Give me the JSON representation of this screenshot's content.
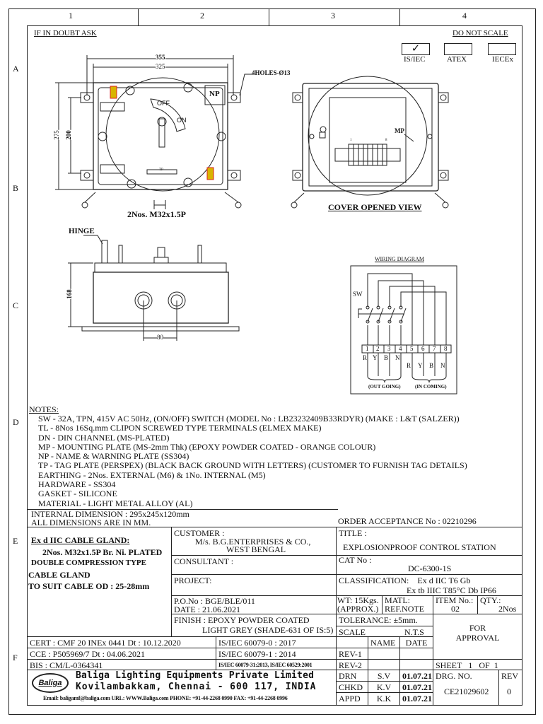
{
  "frame": {
    "columns": [
      "1",
      "2",
      "3",
      "4"
    ],
    "rows": [
      "A",
      "B",
      "C",
      "D",
      "E",
      "F"
    ]
  },
  "header": {
    "left_note": "IF IN DOUBT ASK",
    "right_note": "DO NOT SCALE",
    "cert_boxes": [
      {
        "label": "IS/IEC",
        "checked": true,
        "mark": "✓"
      },
      {
        "label": "ATEX",
        "checked": false
      },
      {
        "label": "IECEx",
        "checked": false
      }
    ]
  },
  "front_view": {
    "dim_overall_width": "355",
    "dim_inner_width": "325",
    "dim_height": "275",
    "dim_hole_pitch": "200",
    "holes_label": "4HOLES-Ø13",
    "nameplate": "NP",
    "off_label": "OFF",
    "on_label": "ON",
    "tag_plate": "TP",
    "gland_label": "2Nos. M32x1.5P"
  },
  "cover_view": {
    "title": "COVER OPENED VIEW",
    "mp_label": "MP",
    "term_first": "1",
    "term_last": "8"
  },
  "side_view": {
    "hinge_label": "HINGE",
    "dim_height": "168",
    "dim_gland_pitch": "80"
  },
  "wiring": {
    "title": "WIRING DIAGRAM",
    "switch_label": "SW",
    "terminals": [
      "1",
      "2",
      "3",
      "4",
      "5",
      "6",
      "7",
      "8"
    ],
    "out_phases": [
      "R",
      "Y",
      "B",
      "N"
    ],
    "in_phases": [
      "R",
      "Y",
      "B",
      "N"
    ],
    "out_label": "(OUT GOING)",
    "in_label": "(IN COMING)"
  },
  "notes": {
    "heading": "NOTES:",
    "lines": [
      "SW - 32A, TPN, 415V AC 50Hz, (ON/OFF) SWITCH (MODEL No : LB23232409B33RDYR) (MAKE : L&T (SALZER))",
      "TL - 8Nos 16Sq.mm CLIPON SCREWED TYPE TERMINALS (ELMEX MAKE)",
      "DN - DIN CHANNEL (MS-PLATED)",
      "MP - MOUNTING PLATE (MS-2mm Thk) (EPOXY POWDER COATED - ORANGE COLOUR)",
      "NP - NAME & WARNING PLATE (SS304)",
      "TP - TAG PLATE (PERSPEX) (BLACK BACK GROUND WITH LETTERS) (CUSTOMER TO FURNISH TAG DETAILS)",
      "EARTHING - 2Nos. EXTERNAL (M6) & 1No. INTERNAL (M5)",
      "HARDWARE - SS304",
      "GASKET - SILICONE",
      "MATERIAL - LIGHT METAL ALLOY (AL)"
    ],
    "internal_dim": "INTERNAL DIMENSION : 295x245x120mm",
    "all_dims": "ALL DIMENSIONS ARE IN MM.",
    "order": "ORDER ACCEPTANCE No : 02210296"
  },
  "gland": {
    "heading": "Ex d IIC CABLE GLAND:",
    "l1": "2Nos. M32x1.5P Br. Ni. PLATED",
    "l2": "DOUBLE COMPRESSION TYPE",
    "l3": "CABLE GLAND",
    "l4": "TO SUIT CABLE OD : 25-28mm"
  },
  "title_block": {
    "customer_label": "CUSTOMER :",
    "customer_1": "M/s. B.G.ENTERPRISES & CO.,",
    "customer_2": "WEST BENGAL",
    "consultant_label": "CONSULTANT :",
    "project_label": "PROJECT:",
    "po": "P.O.No : BGE/BLE/011",
    "date": "DATE : 21.06.2021",
    "finish_1": "FINISH :  EPOXY POWDER COATED",
    "finish_2": "LIGHT GREY (SHADE-631 OF IS:5)",
    "title_label": "TITLE :",
    "title": "EXPLOSIONPROOF CONTROL STATION",
    "cat_label": "CAT No :",
    "cat": "DC-6300-1S",
    "class_label": "CLASSIFICATION:",
    "class_1": "Ex d IIC T6 Gb",
    "class_2": "Ex tb IIIC T85°C Db IP66",
    "wt_1": "WT: 15Kgs.",
    "wt_2": "(APPROX.)",
    "matl_1": "MATL:",
    "matl_2": "REF.NOTE",
    "item_label": "ITEM No.:",
    "item": "02",
    "qty_label": "QTY.:",
    "qty": "2Nos",
    "tolerance": "TOLERANCE:   ±5mm.",
    "scale_label": "SCALE",
    "scale": "N.T.S",
    "status_1": "FOR",
    "status_2": "APPROVAL",
    "name_h": "NAME",
    "date_h": "DATE",
    "rev1": "REV-1",
    "rev2": "REV-2",
    "sheet": "SHEET",
    "sheet_no": "1",
    "of": "OF",
    "sheet_total": "1",
    "signoffs": [
      {
        "role": "DRN",
        "name": "S.V",
        "date": "01.07.21"
      },
      {
        "role": "CHKD",
        "name": "K.V",
        "date": "01.07.21"
      },
      {
        "role": "APPD",
        "name": "K.K",
        "date": "01.07.21"
      }
    ],
    "drg_label": "DRG. NO.",
    "drg": "CE21029602",
    "rev_label": "REV",
    "rev": "0",
    "cert": "CERT : CMF 20 INEx 0441 Dt : 10.12.2020",
    "cce": "CCE : P505969/7 Dt : 04.06.2021",
    "bis": "BIS : CM/L-0364341",
    "std1": "IS/IEC 60079-0 : 2017",
    "std2": "IS/IEC 60079-1 : 2014",
    "std3": "IS/IEC 60079-31:2013, IS/IEC 60529:2001",
    "logo_text": "Baliga",
    "company": "Baliga Lighting Equipments Private Limited",
    "address": "Kovilambakkam, Chennai - 600 117, INDIA",
    "contact": "Email: baligamf@baliga.com  URL: WWW.Baliga.com PHONE: +91-44-2268 0990 FAX: +91-44-2268 0996"
  }
}
